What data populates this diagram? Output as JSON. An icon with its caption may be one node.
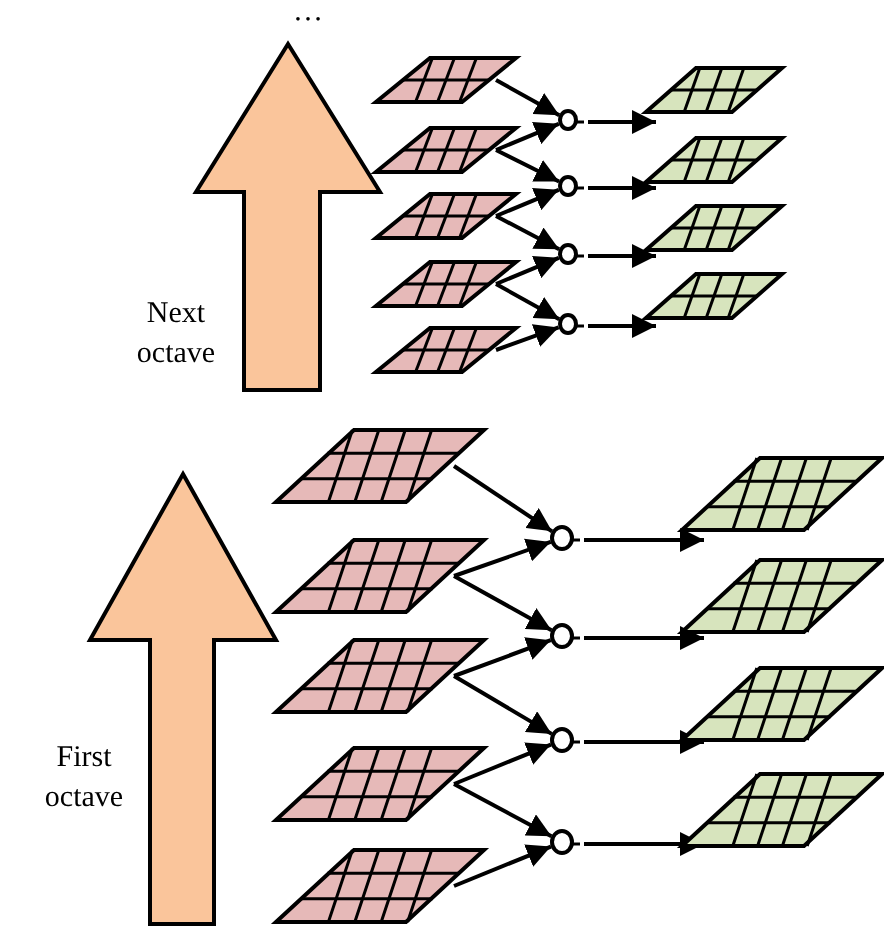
{
  "diagram": {
    "nodes": [
      {
        "text": [],
        "shape": "parallelogram"
      },
      {
        "text": [],
        "shape": "parallelogram"
      },
      {
        "text": [],
        "shape": "parallelogram"
      },
      {
        "text": [],
        "shape": "parallelogram"
      },
      {
        "text": [],
        "shape": "parallelogram"
      },
      {
        "text": [],
        "shape": "circle"
      },
      {
        "text": [],
        "shape": "circle"
      },
      {
        "text": [],
        "shape": "circle"
      },
      {
        "text": [],
        "shape": "circle"
      },
      {
        "text": [],
        "shape": "parallelogram"
      },
      {
        "text": [],
        "shape": "parallelogram"
      },
      {
        "text": [],
        "shape": "parallelogram"
      },
      {
        "text": [],
        "shape": "parallelogram"
      },
      {
        "text": [],
        "shape": "parallelogram"
      },
      {
        "text": [],
        "shape": "parallelogram"
      },
      {
        "text": [],
        "shape": "parallelogram"
      },
      {
        "text": [],
        "shape": "parallelogram"
      },
      {
        "text": [],
        "shape": "parallelogram"
      },
      {
        "text": [],
        "shape": "circle"
      },
      {
        "text": [],
        "shape": "circle"
      },
      {
        "text": [],
        "shape": "circle"
      },
      {
        "text": [],
        "shape": "circle"
      },
      {
        "text": [],
        "shape": "parallelogram"
      },
      {
        "text": [],
        "shape": "parallelogram"
      },
      {
        "text": [],
        "shape": "parallelogram"
      },
      {
        "text": [],
        "shape": "parallelogram"
      }
    ],
    "edges": [
      {
        "from": 0,
        "to": 5,
        "arrow": "to"
      },
      {
        "from": 1,
        "to": 5,
        "arrow": "to"
      },
      {
        "from": 5,
        "to": 9,
        "arrow": "to"
      },
      {
        "from": 1,
        "to": 6,
        "arrow": "to"
      },
      {
        "from": 2,
        "to": 6,
        "arrow": "to"
      },
      {
        "from": 6,
        "to": 10,
        "arrow": "to"
      },
      {
        "from": 2,
        "to": 7,
        "arrow": "to"
      },
      {
        "from": 3,
        "to": 7,
        "arrow": "to"
      },
      {
        "from": 7,
        "to": 11,
        "arrow": "to"
      },
      {
        "from": 3,
        "to": 8,
        "arrow": "to"
      },
      {
        "from": 4,
        "to": 8,
        "arrow": "to"
      },
      {
        "from": 8,
        "to": 12,
        "arrow": "to"
      },
      {
        "from": 13,
        "to": 18,
        "arrow": "to"
      },
      {
        "from": 14,
        "to": 18,
        "arrow": "to"
      },
      {
        "from": 18,
        "to": 22,
        "arrow": "to"
      },
      {
        "from": 14,
        "to": 19,
        "arrow": "to"
      },
      {
        "from": 15,
        "to": 19,
        "arrow": "to"
      },
      {
        "from": 19,
        "to": 23,
        "arrow": "to"
      },
      {
        "from": 15,
        "to": 20,
        "arrow": "to"
      },
      {
        "from": 16,
        "to": 20,
        "arrow": "to"
      },
      {
        "from": 20,
        "to": 24,
        "arrow": "to"
      },
      {
        "from": 16,
        "to": 21,
        "arrow": "to"
      },
      {
        "from": 17,
        "to": 21,
        "arrow": "to"
      },
      {
        "from": 21,
        "to": 25,
        "arrow": "to"
      }
    ],
    "labels": [
      "…",
      "Next octave",
      "First octave"
    ]
  }
}
